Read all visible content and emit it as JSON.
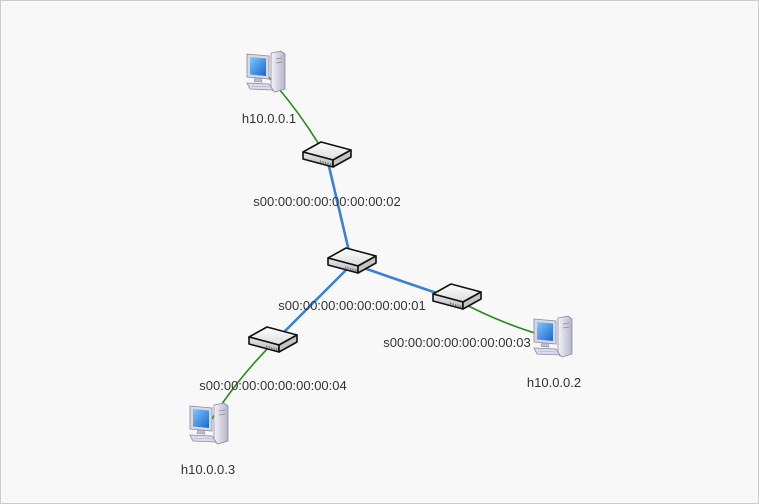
{
  "topology": {
    "switches": [
      {
        "id": "s1",
        "label": "s00:00:00:00:00:00:00:01"
      },
      {
        "id": "s2",
        "label": "s00:00:00:00:00:00:00:02"
      },
      {
        "id": "s3",
        "label": "s00:00:00:00:00:00:00:03"
      },
      {
        "id": "s4",
        "label": "s00:00:00:00:00:00:00:04"
      }
    ],
    "hosts": [
      {
        "id": "h1",
        "label": "h10.0.0.1"
      },
      {
        "id": "h2",
        "label": "h10.0.0.2"
      },
      {
        "id": "h3",
        "label": "h10.0.0.3"
      }
    ],
    "links": [
      {
        "from": "s1",
        "to": "s2",
        "kind": "switch-switch"
      },
      {
        "from": "s1",
        "to": "s3",
        "kind": "switch-switch"
      },
      {
        "from": "s1",
        "to": "s4",
        "kind": "switch-switch"
      },
      {
        "from": "s2",
        "to": "h1",
        "kind": "switch-host"
      },
      {
        "from": "s3",
        "to": "h2",
        "kind": "switch-host"
      },
      {
        "from": "s4",
        "to": "h3",
        "kind": "switch-host"
      }
    ]
  },
  "colors": {
    "switch_link": "#3a7fd9",
    "host_link": "#2a8a1a",
    "background": "#f8f8f8"
  }
}
